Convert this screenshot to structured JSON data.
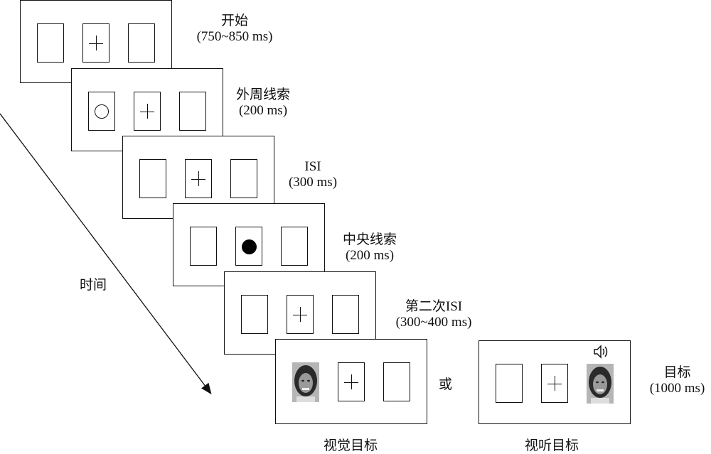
{
  "stages": [
    {
      "name": "开始",
      "duration": "(750~850 ms)"
    },
    {
      "name": "外周线索",
      "duration": "(200 ms)"
    },
    {
      "name": "ISI",
      "duration": "(300 ms)"
    },
    {
      "name": "中央线索",
      "duration": "(200 ms)"
    },
    {
      "name": "第二次ISI",
      "duration": "(300~400 ms)"
    },
    {
      "name": "目标",
      "duration": "(1000 ms)"
    }
  ],
  "time_label": "时间",
  "or_label": "或",
  "target_types": {
    "visual": "视觉目标",
    "audiovisual": "视听目标"
  },
  "icons": [
    "cross-icon",
    "circle-icon",
    "dot-icon",
    "speaker-icon",
    "face-image"
  ]
}
